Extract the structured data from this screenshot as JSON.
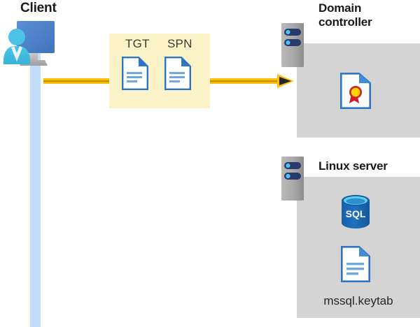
{
  "diagram": {
    "title_client": "Client",
    "nodes": {
      "client": {
        "label": "Client",
        "icon": "user-monitor-icon",
        "lifeline_color": "#c3dcfa"
      },
      "domain_controller": {
        "label": "Domain controller",
        "server_icon": "server-tower-icon",
        "panel_color": "#d4d4d4",
        "contents": [
          {
            "icon": "certificate-document-icon",
            "label": ""
          }
        ]
      },
      "linux_server": {
        "label": "Linux server",
        "server_icon": "server-tower-icon",
        "panel_color": "#d4d4d4",
        "contents": [
          {
            "icon": "sql-database-icon",
            "label": "SQL"
          },
          {
            "icon": "keytab-document-icon",
            "label": "mssql.keytab"
          }
        ]
      }
    },
    "message": {
      "box_color": "#fcf2c8",
      "arrow_color": "#ffc000",
      "arrow_core_color": "#c29100",
      "arrowhead_color": "#20252e",
      "tokens": [
        {
          "label": "TGT",
          "icon": "document-icon"
        },
        {
          "label": "SPN",
          "icon": "document-icon"
        }
      ]
    },
    "labels": {
      "sql_text": "SQL",
      "keytab_file": "mssql.keytab"
    }
  }
}
